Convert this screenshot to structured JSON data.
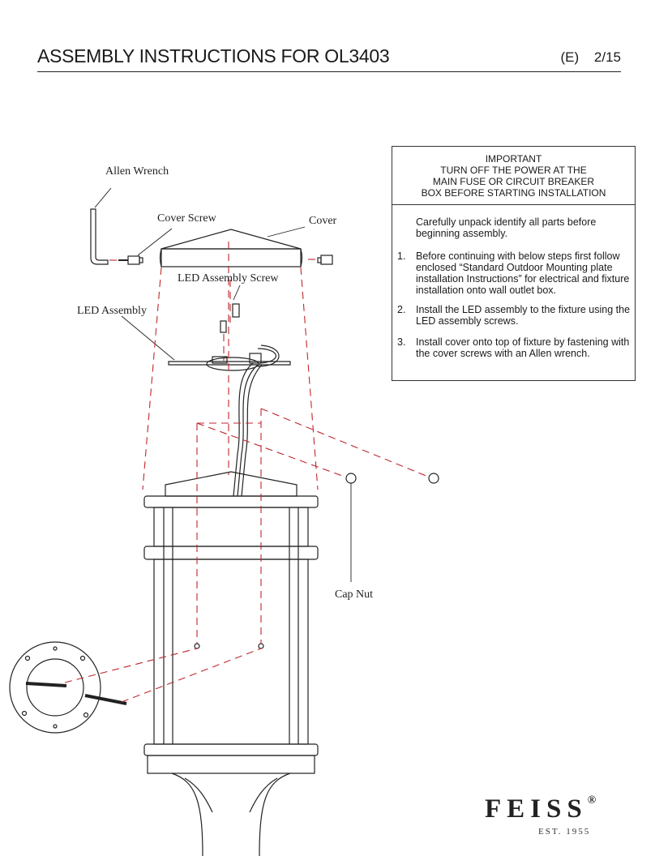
{
  "header": {
    "title": "ASSEMBLY INSTRUCTIONS FOR OL3403",
    "lang": "(E)",
    "page": "2/15"
  },
  "labels": {
    "allen_wrench": "Allen Wrench",
    "cover_screw": "Cover Screw",
    "cover": "Cover",
    "led_assembly_screw": "LED Assembly Screw",
    "led_assembly": "LED Assembly",
    "cap_nut": "Cap Nut"
  },
  "important": {
    "line1": "IMPORTANT",
    "line2": "TURN OFF THE POWER AT THE",
    "line3": "MAIN FUSE OR CIRCUIT BREAKER",
    "line4": "BOX BEFORE STARTING INSTALLATION"
  },
  "instructions": {
    "intro": "Carefully unpack identify all parts before beginning assembly.",
    "steps": [
      {
        "num": "1.",
        "text": "Before continuing with below steps first follow enclosed “Standard Outdoor Mounting plate installation Instructions” for electrical and fixture installation onto wall outlet box."
      },
      {
        "num": "2.",
        "text": "Install the LED assembly to the fixture using the LED assembly screws."
      },
      {
        "num": "3.",
        "text": "Install cover onto top of fixture by fastening with the cover screws with an Allen wrench."
      }
    ]
  },
  "brand": {
    "name": "FEISS",
    "mark": "®",
    "est": "EST. 1955"
  }
}
